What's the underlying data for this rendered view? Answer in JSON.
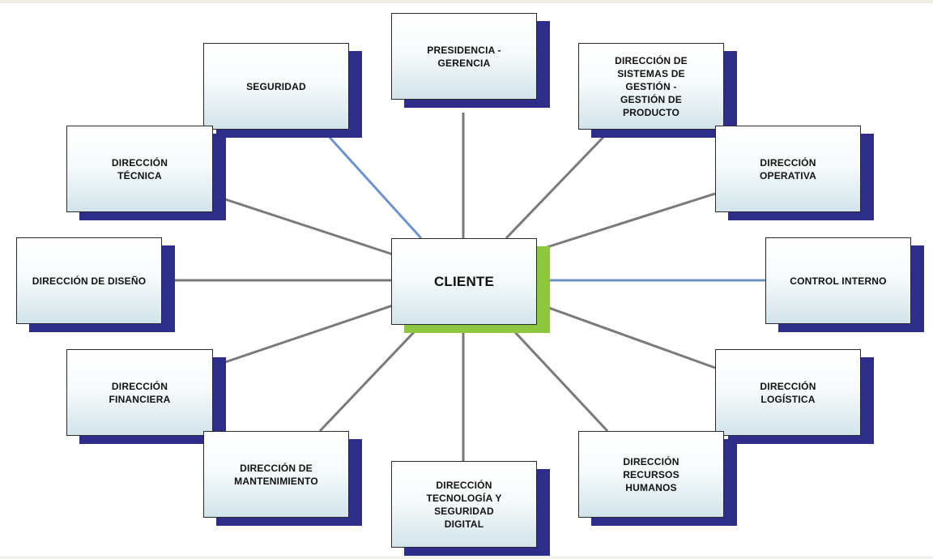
{
  "center": {
    "label": "CLIENTE"
  },
  "nodes": [
    {
      "id": "presidencia",
      "label": "PRESIDENCIA  -\nGERENCIA"
    },
    {
      "id": "seguridad",
      "label": "SEGURIDAD"
    },
    {
      "id": "sistemas",
      "label": "DIRECCIÓN DE\nSISTEMAS DE\nGESTIÓN  -\nGESTIÓN DE\nPRODUCTO"
    },
    {
      "id": "tecnica",
      "label": "DIRECCIÓN\nTÉCNICA"
    },
    {
      "id": "operativa",
      "label": "DIRECCIÓN\nOPERATIVA"
    },
    {
      "id": "diseno",
      "label": "DIRECCIÓN DE DISEÑO"
    },
    {
      "id": "control",
      "label": "CONTROL INTERNO"
    },
    {
      "id": "financiera",
      "label": "DIRECCIÓN\nFINANCIERA"
    },
    {
      "id": "logistica",
      "label": "DIRECCIÓN\nLOGÍSTICA"
    },
    {
      "id": "mantenimiento",
      "label": "DIRECCIÓN DE\nMANTENIMIENTO"
    },
    {
      "id": "tecnologia",
      "label": "DIRECCIÓN\nTECNOLOGÍA Y\nSEGURIDAD\nDIGITAL"
    },
    {
      "id": "rrhh",
      "label": "DIRECCIÓN\nRECURSOS\nHUMANOS"
    }
  ],
  "colors": {
    "box_shadow": "#2e2e8a",
    "center_shadow": "#8dc63f",
    "connector": "#7a7a7a",
    "connector_highlight": "#6f93c8"
  }
}
